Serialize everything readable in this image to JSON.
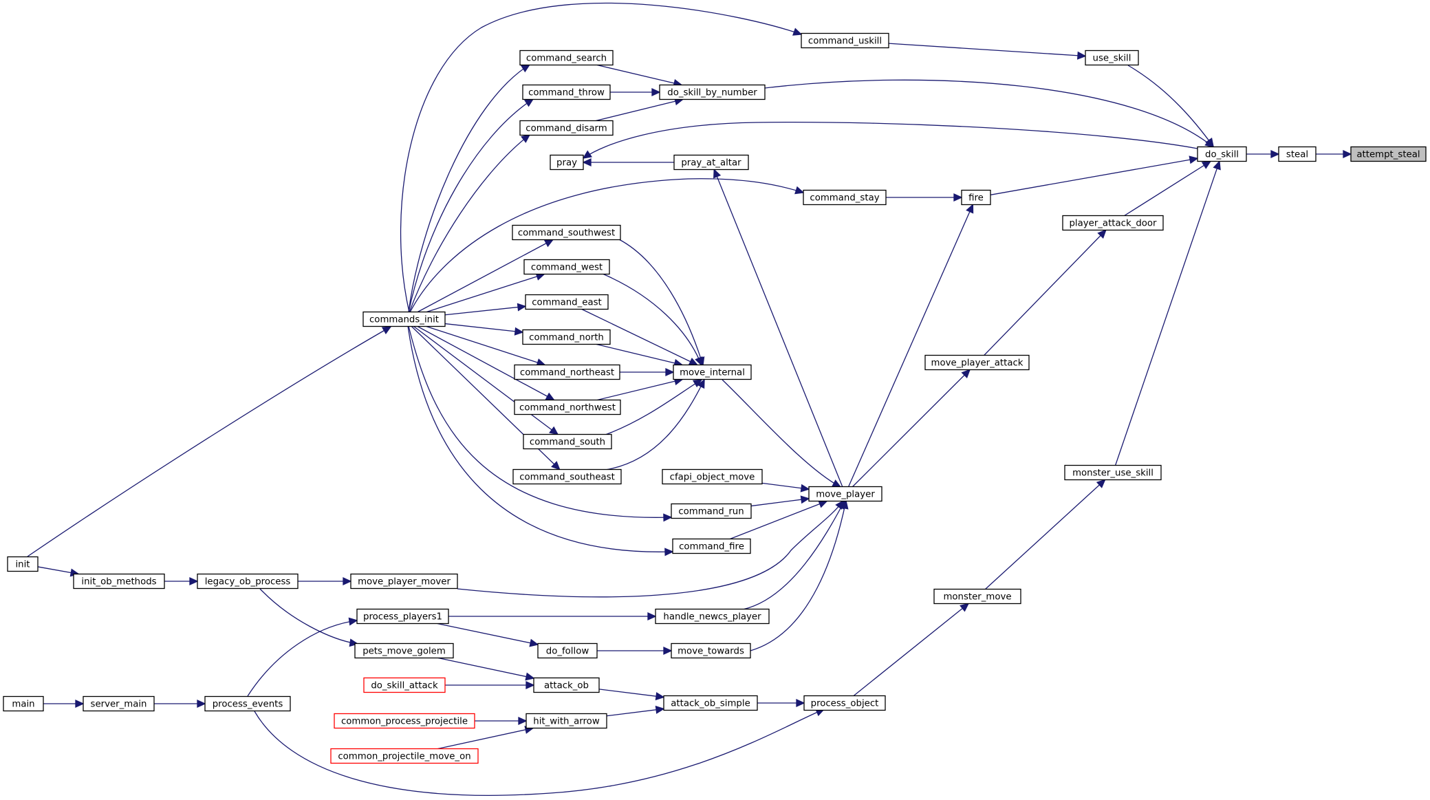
{
  "graph": {
    "edge_color": "#191970",
    "highlight_fill": "#bfbfbf",
    "truncated_border": "#ff0000",
    "nodes": [
      {
        "id": "attempt_steal",
        "label": "attempt_steal",
        "style": "highlight"
      },
      {
        "id": "steal",
        "label": "steal"
      },
      {
        "id": "do_skill",
        "label": "do_skill"
      },
      {
        "id": "use_skill",
        "label": "use_skill"
      },
      {
        "id": "command_uskill",
        "label": "command_uskill"
      },
      {
        "id": "do_skill_by_number",
        "label": "do_skill_by_number"
      },
      {
        "id": "command_search",
        "label": "command_search"
      },
      {
        "id": "command_throw",
        "label": "command_throw"
      },
      {
        "id": "command_disarm",
        "label": "command_disarm"
      },
      {
        "id": "pray",
        "label": "pray"
      },
      {
        "id": "pray_at_altar",
        "label": "pray_at_altar"
      },
      {
        "id": "command_stay",
        "label": "command_stay"
      },
      {
        "id": "fire",
        "label": "fire"
      },
      {
        "id": "player_attack_door",
        "label": "player_attack_door"
      },
      {
        "id": "command_southwest",
        "label": "command_southwest"
      },
      {
        "id": "command_west",
        "label": "command_west"
      },
      {
        "id": "command_east",
        "label": "command_east"
      },
      {
        "id": "commands_init",
        "label": "commands_init"
      },
      {
        "id": "command_north",
        "label": "command_north"
      },
      {
        "id": "move_player_attack",
        "label": "move_player_attack"
      },
      {
        "id": "command_northeast",
        "label": "command_northeast"
      },
      {
        "id": "move_internal",
        "label": "move_internal"
      },
      {
        "id": "command_northwest",
        "label": "command_northwest"
      },
      {
        "id": "command_south",
        "label": "command_south"
      },
      {
        "id": "command_southeast",
        "label": "command_southeast"
      },
      {
        "id": "monster_use_skill",
        "label": "monster_use_skill"
      },
      {
        "id": "cfapi_object_move",
        "label": "cfapi_object_move"
      },
      {
        "id": "move_player",
        "label": "move_player"
      },
      {
        "id": "command_run",
        "label": "command_run"
      },
      {
        "id": "command_fire",
        "label": "command_fire"
      },
      {
        "id": "init",
        "label": "init"
      },
      {
        "id": "init_ob_methods",
        "label": "init_ob_methods"
      },
      {
        "id": "legacy_ob_process",
        "label": "legacy_ob_process"
      },
      {
        "id": "move_player_mover",
        "label": "move_player_mover"
      },
      {
        "id": "monster_move",
        "label": "monster_move"
      },
      {
        "id": "process_players1",
        "label": "process_players1"
      },
      {
        "id": "handle_newcs_player",
        "label": "handle_newcs_player"
      },
      {
        "id": "pets_move_golem",
        "label": "pets_move_golem"
      },
      {
        "id": "do_follow",
        "label": "do_follow"
      },
      {
        "id": "move_towards",
        "label": "move_towards"
      },
      {
        "id": "do_skill_attack",
        "label": "do_skill_attack",
        "style": "truncated"
      },
      {
        "id": "attack_ob",
        "label": "attack_ob"
      },
      {
        "id": "main",
        "label": "main"
      },
      {
        "id": "server_main",
        "label": "server_main"
      },
      {
        "id": "process_events",
        "label": "process_events"
      },
      {
        "id": "attack_ob_simple",
        "label": "attack_ob_simple"
      },
      {
        "id": "process_object",
        "label": "process_object"
      },
      {
        "id": "common_process_projectile",
        "label": "common_process_projectile",
        "style": "truncated"
      },
      {
        "id": "hit_with_arrow",
        "label": "hit_with_arrow"
      },
      {
        "id": "common_projectile_move_on",
        "label": "common_projectile_move_on",
        "style": "truncated"
      }
    ],
    "edges": [
      {
        "from": "steal",
        "to": "attempt_steal"
      },
      {
        "from": "do_skill",
        "to": "steal"
      },
      {
        "from": "use_skill",
        "to": "do_skill"
      },
      {
        "from": "do_skill_by_number",
        "to": "do_skill"
      },
      {
        "from": "fire",
        "to": "do_skill"
      },
      {
        "from": "player_attack_door",
        "to": "do_skill"
      },
      {
        "from": "monster_use_skill",
        "to": "do_skill"
      },
      {
        "from": "do_skill",
        "to": "pray"
      },
      {
        "from": "command_uskill",
        "to": "use_skill"
      },
      {
        "from": "commands_init",
        "to": "command_uskill"
      },
      {
        "from": "command_search",
        "to": "do_skill_by_number"
      },
      {
        "from": "command_throw",
        "to": "do_skill_by_number"
      },
      {
        "from": "command_disarm",
        "to": "do_skill_by_number"
      },
      {
        "from": "commands_init",
        "to": "command_search"
      },
      {
        "from": "commands_init",
        "to": "command_throw"
      },
      {
        "from": "commands_init",
        "to": "command_disarm"
      },
      {
        "from": "pray_at_altar",
        "to": "pray"
      },
      {
        "from": "move_player",
        "to": "pray_at_altar"
      },
      {
        "from": "command_stay",
        "to": "fire"
      },
      {
        "from": "move_player",
        "to": "fire"
      },
      {
        "from": "commands_init",
        "to": "command_stay"
      },
      {
        "from": "move_player_attack",
        "to": "player_attack_door"
      },
      {
        "from": "move_player",
        "to": "move_player_attack"
      },
      {
        "from": "commands_init",
        "to": "command_southwest"
      },
      {
        "from": "commands_init",
        "to": "command_west"
      },
      {
        "from": "commands_init",
        "to": "command_east"
      },
      {
        "from": "commands_init",
        "to": "command_north"
      },
      {
        "from": "commands_init",
        "to": "command_northeast"
      },
      {
        "from": "commands_init",
        "to": "command_northwest"
      },
      {
        "from": "commands_init",
        "to": "command_south"
      },
      {
        "from": "commands_init",
        "to": "command_southeast"
      },
      {
        "from": "commands_init",
        "to": "command_run"
      },
      {
        "from": "commands_init",
        "to": "command_fire"
      },
      {
        "from": "command_southwest",
        "to": "move_internal"
      },
      {
        "from": "command_west",
        "to": "move_internal"
      },
      {
        "from": "command_east",
        "to": "move_internal"
      },
      {
        "from": "command_north",
        "to": "move_internal"
      },
      {
        "from": "command_northeast",
        "to": "move_internal"
      },
      {
        "from": "command_northwest",
        "to": "move_internal"
      },
      {
        "from": "command_south",
        "to": "move_internal"
      },
      {
        "from": "command_southeast",
        "to": "move_internal"
      },
      {
        "from": "move_internal",
        "to": "move_player"
      },
      {
        "from": "cfapi_object_move",
        "to": "move_player"
      },
      {
        "from": "command_run",
        "to": "move_player"
      },
      {
        "from": "command_fire",
        "to": "move_player"
      },
      {
        "from": "move_player_mover",
        "to": "move_player"
      },
      {
        "from": "handle_newcs_player",
        "to": "move_player"
      },
      {
        "from": "move_towards",
        "to": "move_player"
      },
      {
        "from": "init",
        "to": "commands_init"
      },
      {
        "from": "init",
        "to": "init_ob_methods"
      },
      {
        "from": "init_ob_methods",
        "to": "legacy_ob_process"
      },
      {
        "from": "legacy_ob_process",
        "to": "move_player_mover"
      },
      {
        "from": "legacy_ob_process",
        "to": "pets_move_golem"
      },
      {
        "from": "monster_move",
        "to": "monster_use_skill"
      },
      {
        "from": "process_object",
        "to": "monster_move"
      },
      {
        "from": "process_players1",
        "to": "handle_newcs_player"
      },
      {
        "from": "process_players1",
        "to": "do_follow"
      },
      {
        "from": "process_events",
        "to": "process_players1"
      },
      {
        "from": "do_follow",
        "to": "move_towards"
      },
      {
        "from": "pets_move_golem",
        "to": "attack_ob"
      },
      {
        "from": "do_skill_attack",
        "to": "attack_ob"
      },
      {
        "from": "attack_ob",
        "to": "attack_ob_simple"
      },
      {
        "from": "hit_with_arrow",
        "to": "attack_ob_simple"
      },
      {
        "from": "attack_ob_simple",
        "to": "process_object"
      },
      {
        "from": "process_events",
        "to": "process_object"
      },
      {
        "from": "main",
        "to": "server_main"
      },
      {
        "from": "server_main",
        "to": "process_events"
      },
      {
        "from": "common_process_projectile",
        "to": "hit_with_arrow"
      },
      {
        "from": "common_projectile_move_on",
        "to": "hit_with_arrow"
      }
    ]
  }
}
